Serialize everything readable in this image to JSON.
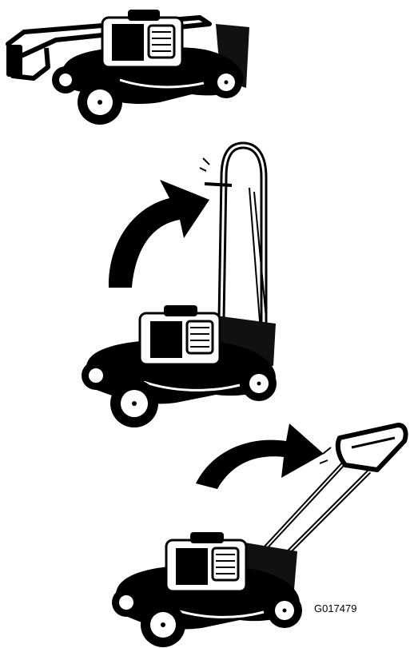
{
  "figure": {
    "id_label": "G017479"
  },
  "colors": {
    "ink": "#000000",
    "paper": "#ffffff"
  },
  "panels": [
    {
      "step": 1,
      "handle_position": "folded-forward"
    },
    {
      "step": 2,
      "handle_position": "upright"
    },
    {
      "step": 3,
      "handle_position": "operating"
    }
  ],
  "arrows": [
    {
      "from_step": 1,
      "to_step": 2,
      "direction": "up-and-right"
    },
    {
      "from_step": 2,
      "to_step": 3,
      "direction": "right"
    }
  ]
}
